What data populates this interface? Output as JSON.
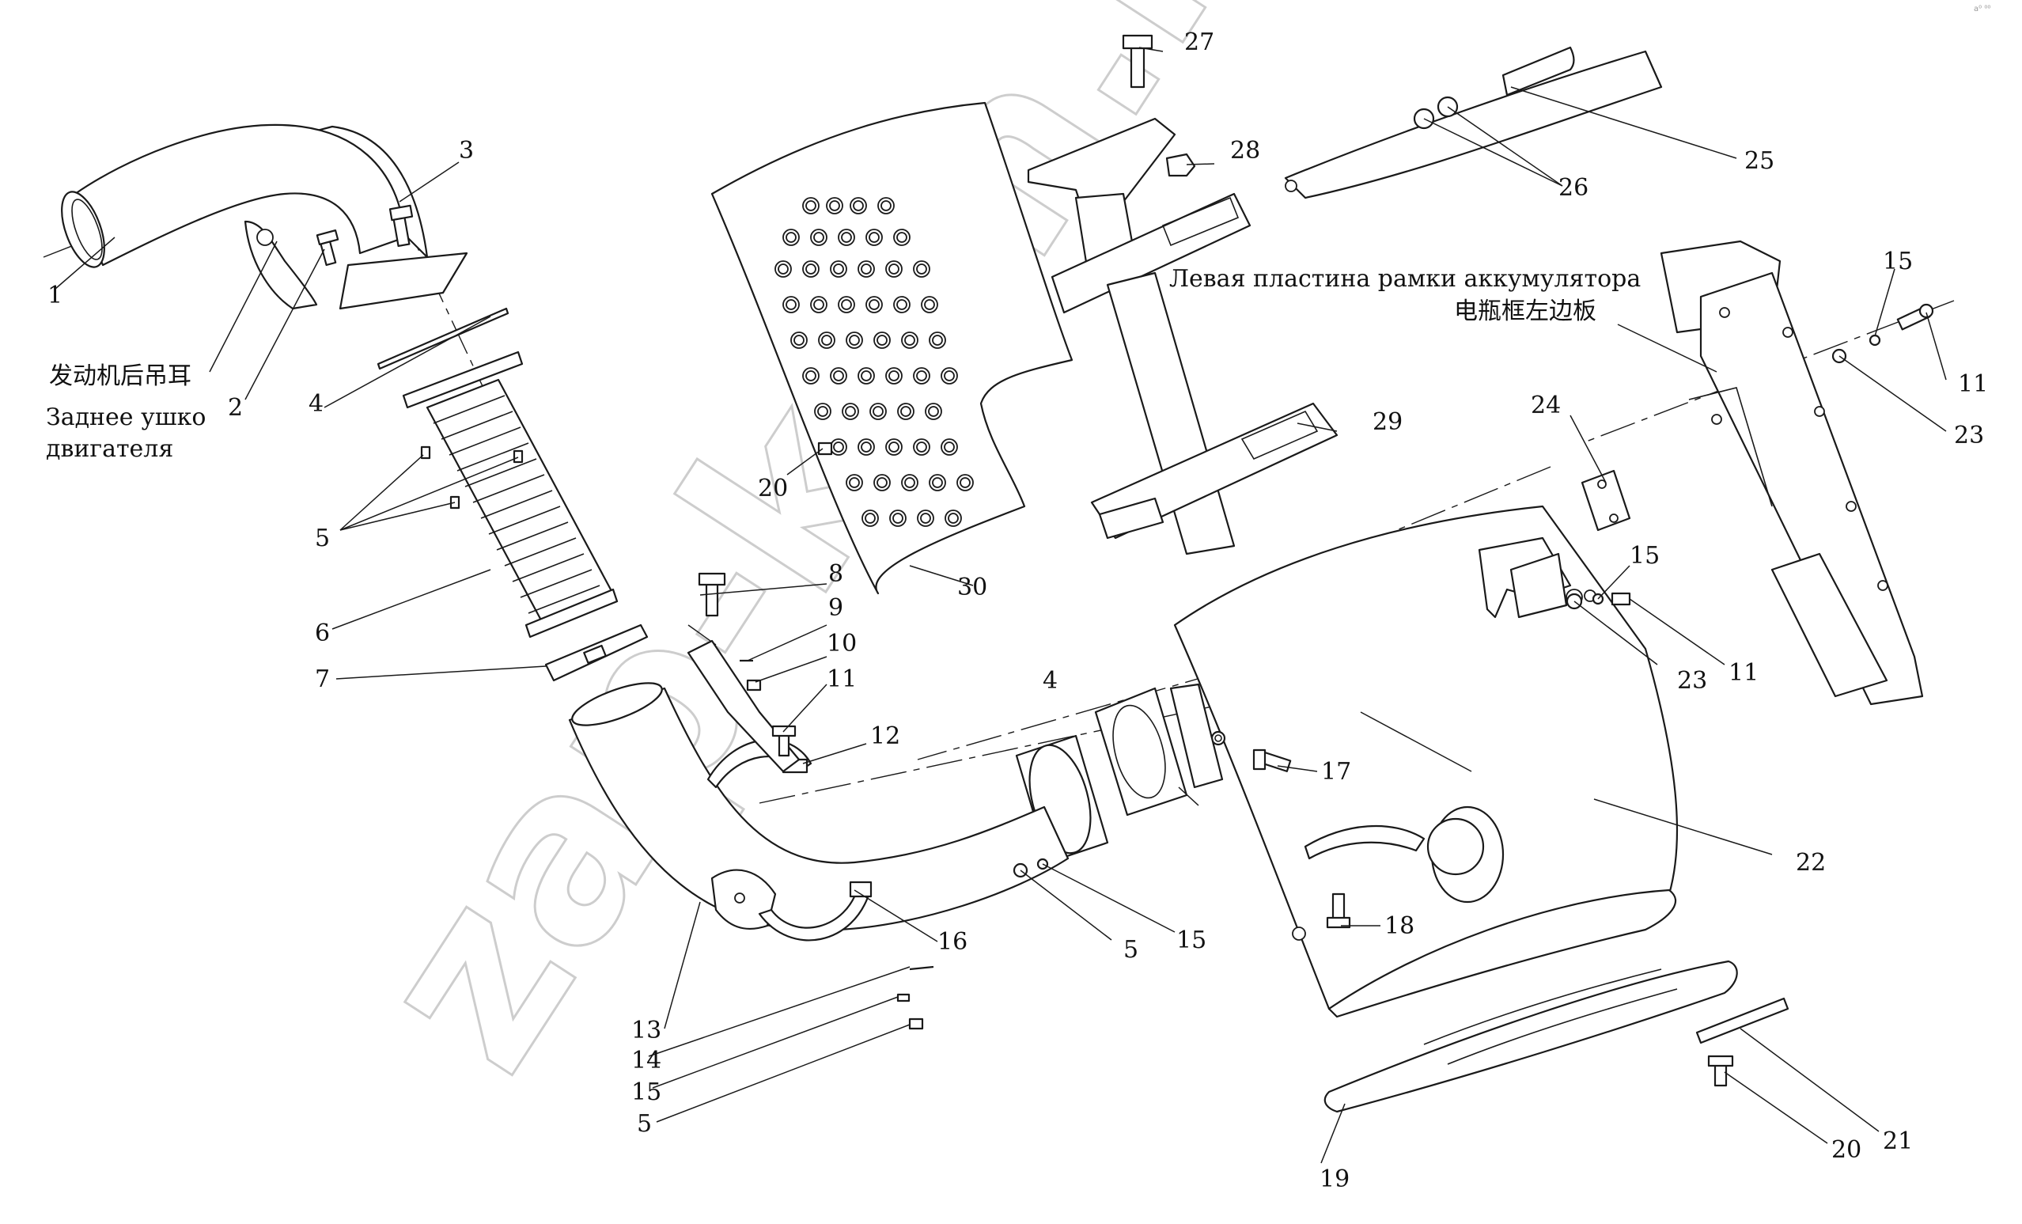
{
  "diagram": {
    "kind": "exploded parts view",
    "captions": {
      "engine_rear_lug_cn": "发动机后吊耳",
      "engine_rear_lug_ru_1": "Заднее ушко",
      "engine_rear_lug_ru_2": "двигателя",
      "battery_frame_plate_ru": "Левая пластина рамки аккумулятора",
      "battery_frame_plate_cn": "电瓶框左边板"
    },
    "watermark": "zap-kam.ru",
    "corner_mark": "a⁰ ⁰⁰",
    "labels": {
      "p1": "1",
      "p2": "2",
      "p3": "3",
      "p4a": "4",
      "p4b": "4",
      "p5a": "5",
      "p5b": "5",
      "p5c": "5",
      "p6": "6",
      "p7": "7",
      "p8": "8",
      "p9": "9",
      "p10": "10",
      "p11a": "11",
      "p11b": "11",
      "p11c": "11",
      "p12": "12",
      "p13": "13",
      "p14": "14",
      "p15a": "15",
      "p15b": "15",
      "p15c": "15",
      "p15d": "15",
      "p16": "16",
      "p17": "17",
      "p18": "18",
      "p19": "19",
      "p20a": "20",
      "p20b": "20",
      "p21": "21",
      "p22": "22",
      "p23a": "23",
      "p23b": "23",
      "p24": "24",
      "p25": "25",
      "p26": "26",
      "p27": "27",
      "p28": "28",
      "p29": "29",
      "p30": "30"
    }
  }
}
